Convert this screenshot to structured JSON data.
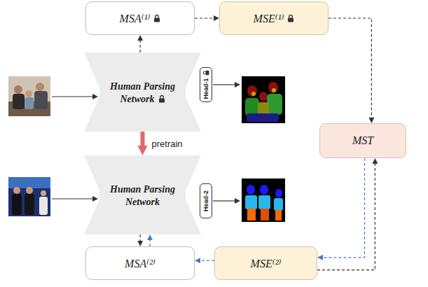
{
  "diagram": {
    "nodes": [
      {
        "text": [
          "MSA⁽¹⁾"
        ]
      },
      {
        "text": [
          "MSE⁽¹⁾"
        ]
      },
      {
        "text": [
          "Human Parsing Network"
        ]
      },
      {
        "text": [
          "Head-1"
        ]
      },
      {
        "text": [
          "MST"
        ]
      },
      {
        "text": [
          "Human Parsing Network"
        ]
      },
      {
        "text": [
          "Head-2"
        ]
      },
      {
        "text": [
          "MSA⁽²⁾"
        ]
      },
      {
        "text": [
          "MSE⁽²⁾"
        ]
      }
    ],
    "edges": [
      {
        "from": 2,
        "to": 0,
        "arrow": "to"
      },
      {
        "from": 0,
        "to": 1,
        "arrow": "to"
      },
      {
        "from": 1,
        "to": 4,
        "arrow": "to"
      },
      {
        "from": 2,
        "to": 5,
        "arrow": "to",
        "label": "pretrain"
      },
      {
        "from": 5,
        "to": 7,
        "arrow": "to"
      },
      {
        "from": 7,
        "to": 5,
        "arrow": "to"
      },
      {
        "from": 8,
        "to": 7,
        "arrow": "to"
      },
      {
        "from": 4,
        "to": 8,
        "arrow": "to"
      },
      {
        "from": 8,
        "to": 4,
        "arrow": "to"
      }
    ]
  }
}
